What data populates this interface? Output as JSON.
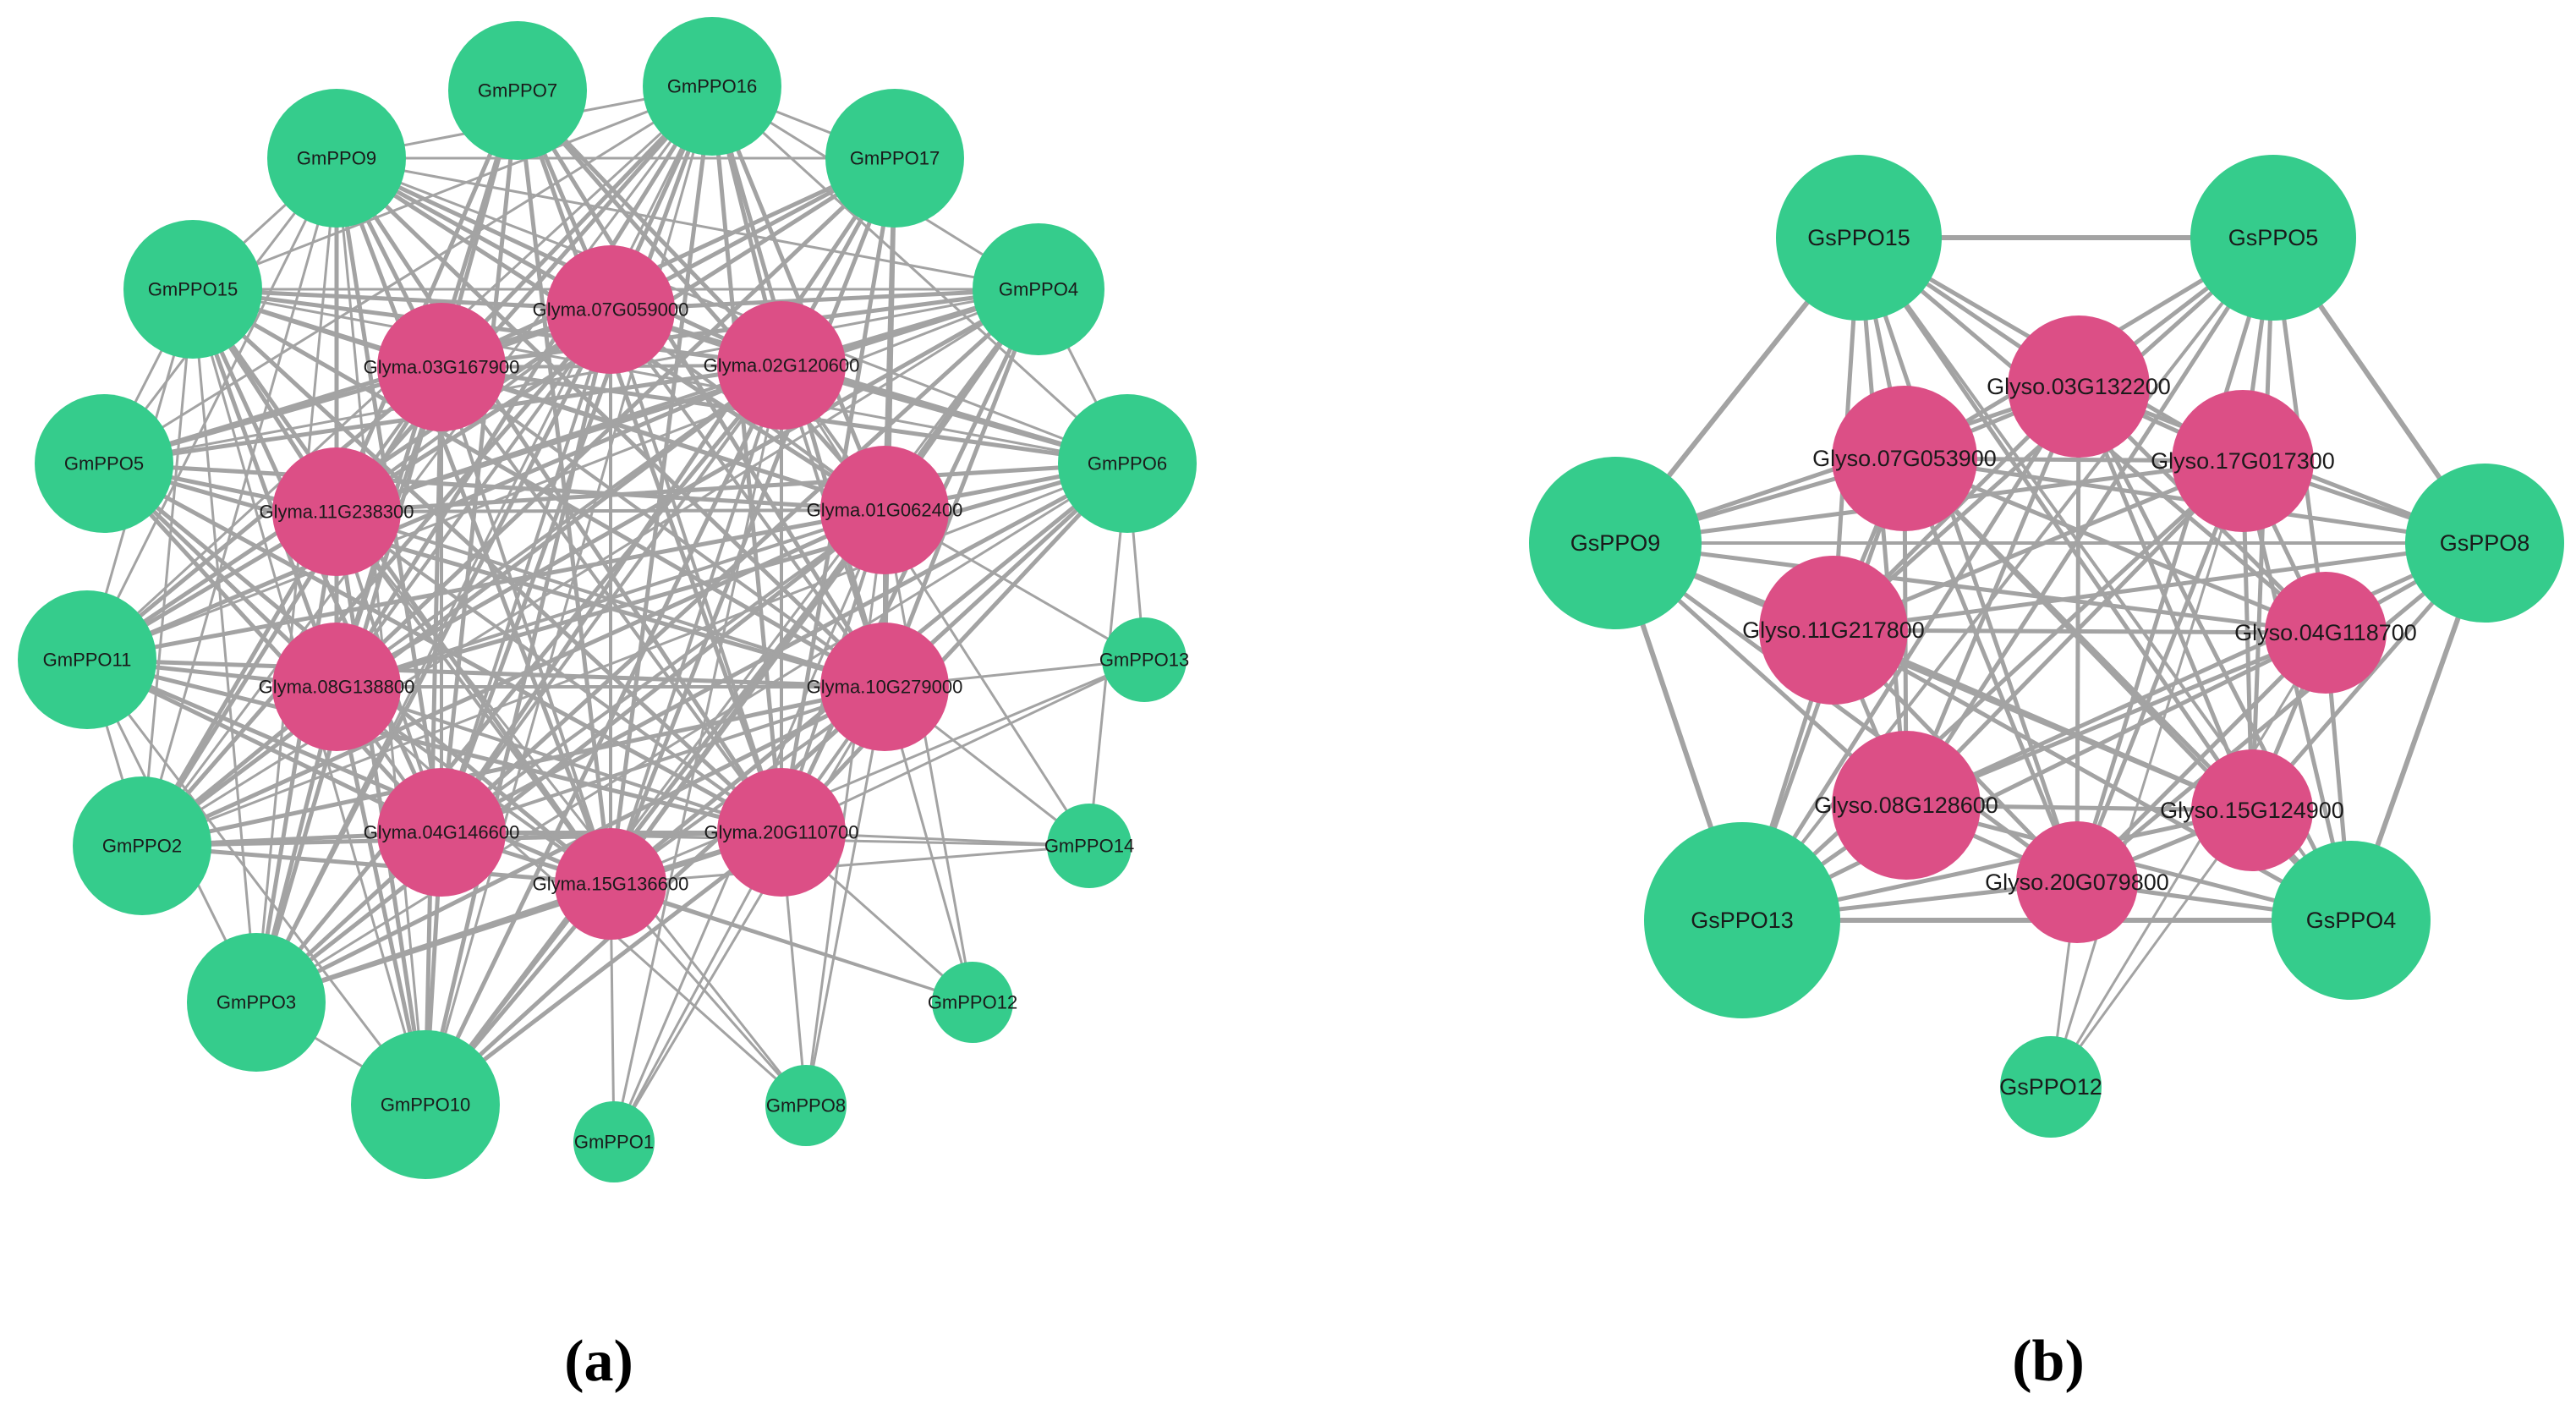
{
  "colors": {
    "green": "#35cc8c",
    "pink": "#dc4f86",
    "edge": "#a3a3a3",
    "text": "#1a1a1a"
  },
  "panels": [
    {
      "id": "a",
      "label": "(a)",
      "nodes": [
        {
          "id": "GmPPO7",
          "type": "green"
        },
        {
          "id": "GmPPO16",
          "type": "green"
        },
        {
          "id": "GmPPO9",
          "type": "green"
        },
        {
          "id": "GmPPO17",
          "type": "green"
        },
        {
          "id": "GmPPO15",
          "type": "green"
        },
        {
          "id": "GmPPO4",
          "type": "green"
        },
        {
          "id": "GmPPO5",
          "type": "green"
        },
        {
          "id": "GmPPO6",
          "type": "green"
        },
        {
          "id": "GmPPO11",
          "type": "green"
        },
        {
          "id": "GmPPO13",
          "type": "green"
        },
        {
          "id": "GmPPO2",
          "type": "green"
        },
        {
          "id": "GmPPO14",
          "type": "green"
        },
        {
          "id": "GmPPO3",
          "type": "green"
        },
        {
          "id": "GmPPO12",
          "type": "green"
        },
        {
          "id": "GmPPO10",
          "type": "green"
        },
        {
          "id": "GmPPO1",
          "type": "green"
        },
        {
          "id": "GmPPO8",
          "type": "green"
        },
        {
          "id": "Glyma.07G059000",
          "type": "pink"
        },
        {
          "id": "Glyma.03G167900",
          "type": "pink"
        },
        {
          "id": "Glyma.02G120600",
          "type": "pink"
        },
        {
          "id": "Glyma.11G238300",
          "type": "pink"
        },
        {
          "id": "Glyma.01G062400",
          "type": "pink"
        },
        {
          "id": "Glyma.08G138800",
          "type": "pink"
        },
        {
          "id": "Glyma.10G279000",
          "type": "pink"
        },
        {
          "id": "Glyma.04G146600",
          "type": "pink"
        },
        {
          "id": "Glyma.20G110700",
          "type": "pink"
        },
        {
          "id": "Glyma.15G136600",
          "type": "pink"
        }
      ]
    },
    {
      "id": "b",
      "label": "(b)",
      "nodes": [
        {
          "id": "GsPPO15",
          "type": "green"
        },
        {
          "id": "GsPPO5",
          "type": "green"
        },
        {
          "id": "GsPPO9",
          "type": "green"
        },
        {
          "id": "GsPPO8",
          "type": "green"
        },
        {
          "id": "GsPPO13",
          "type": "green"
        },
        {
          "id": "GsPPO4",
          "type": "green"
        },
        {
          "id": "GsPPO12",
          "type": "green"
        },
        {
          "id": "Glyso.03G132200",
          "type": "pink"
        },
        {
          "id": "Glyso.07G053900",
          "type": "pink"
        },
        {
          "id": "Glyso.17G017300",
          "type": "pink"
        },
        {
          "id": "Glyso.11G217800",
          "type": "pink"
        },
        {
          "id": "Glyso.04G118700",
          "type": "pink"
        },
        {
          "id": "Glyso.08G128600",
          "type": "pink"
        },
        {
          "id": "Glyso.15G124900",
          "type": "pink"
        },
        {
          "id": "Glyso.20G079800",
          "type": "pink"
        }
      ]
    }
  ]
}
